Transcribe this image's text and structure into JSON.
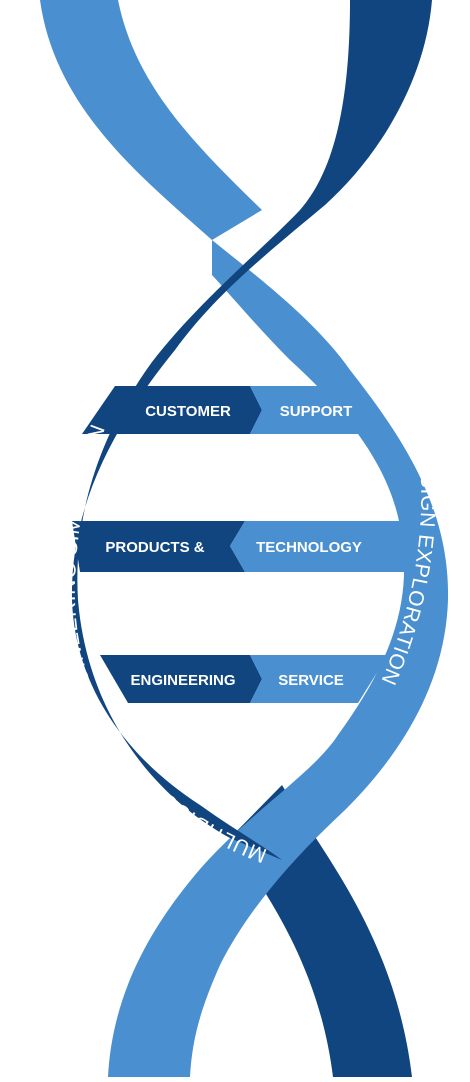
{
  "colors": {
    "dark_blue": "#10457f",
    "light_blue": "#4a8fd0",
    "text": "#ffffff",
    "background": "#ffffff"
  },
  "strand_labels": {
    "left_strand": "MULTIDISCIPLINARY ENGINEERING SIMULATION",
    "right_strand": "DESIGN EXPLORATION"
  },
  "rungs": [
    {
      "left": "CUSTOMER",
      "right": "SUPPORT"
    },
    {
      "left": "PRODUCTS &",
      "right": "TECHNOLOGY"
    },
    {
      "left": "ENGINEERING",
      "right": "SERVICE"
    }
  ]
}
